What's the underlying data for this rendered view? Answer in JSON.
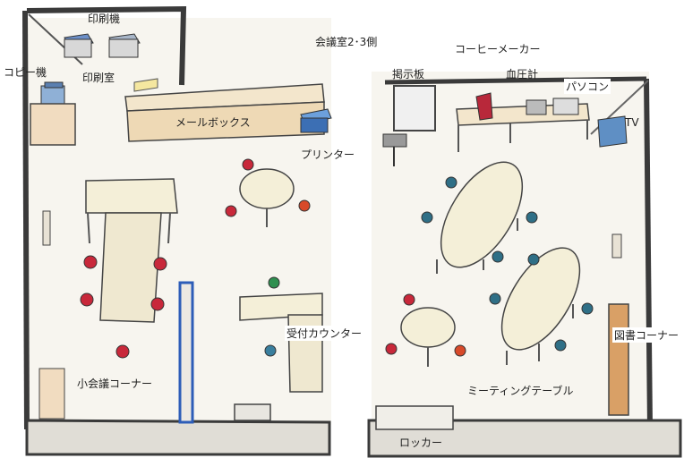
{
  "labels": {
    "print_machine": "印刷機",
    "copy_machine": "コピー機",
    "print_room": "印刷室",
    "conference_room": "会議室2･3側",
    "coffee_maker": "コーヒーメーカー",
    "bulletin_board": "掲示板",
    "blood_pressure": "血圧計",
    "pc": "パソコン",
    "mailbox": "メールボックス",
    "printer": "プリンター",
    "tv": "TV",
    "reception": "受付カウンター",
    "library": "図書コーナー",
    "small_meeting": "小会議コーナー",
    "meeting_table": "ミーティングテーブル",
    "locker": "ロッカー"
  },
  "colors": {
    "wall": "#3a3a3a",
    "floor": "#f7f5ef",
    "counter": "#f3e6cc",
    "table": "#f4efd8",
    "stool_red": "#c8283a",
    "stool_teal": "#2f6f86",
    "printer_blue": "#3c6fb4",
    "library_wood": "#d9a066",
    "pillar_blue": "#2d5db8"
  }
}
